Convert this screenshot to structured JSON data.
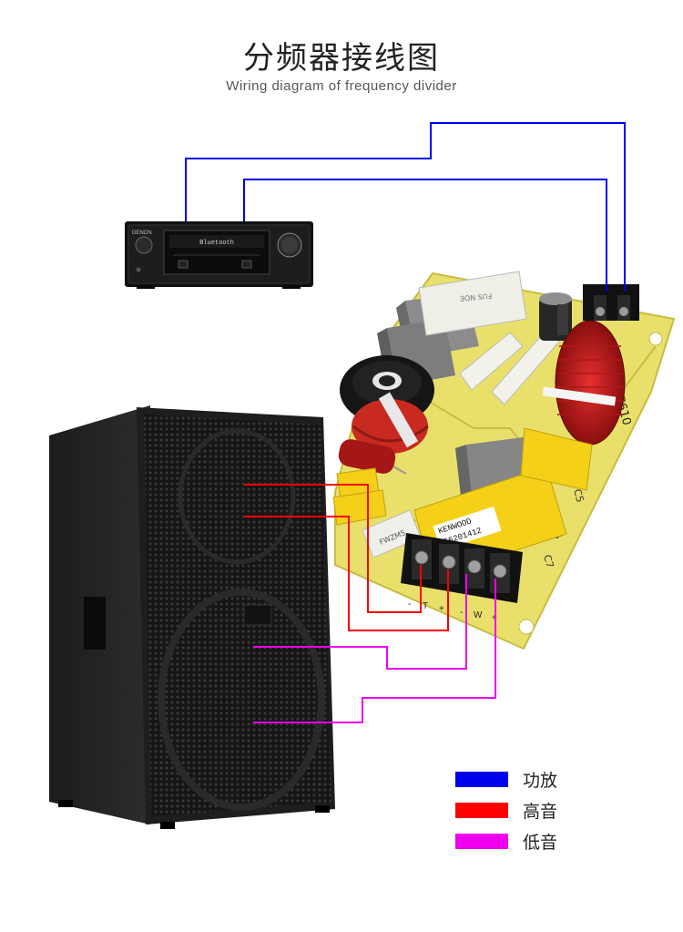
{
  "title": "分频器接线图",
  "subtitle": "Wiring diagram of frequency divider",
  "receiver": {
    "brand": "DENON",
    "display": "Bluetooth"
  },
  "board": {
    "labels": {
      "cap_brand": "KENWOOD",
      "cap_code": "F5201412",
      "model": "10P610",
      "resistor": "FWZM5"
    },
    "terminal_marks": [
      "-",
      "T",
      "+",
      "-",
      "W",
      "+"
    ],
    "part_marks": [
      "C5",
      "C6",
      "C7"
    ]
  },
  "legend": [
    {
      "label": "功放",
      "color": "#0000ee"
    },
    {
      "label": "高音",
      "color": "#ff0000"
    },
    {
      "label": "低音",
      "color": "#ee00ee"
    }
  ],
  "colors": {
    "amp_wire": "#0000ee",
    "tweeter_wire": "#ff0000",
    "woofer_wire": "#ee00ee",
    "pcb": "#e8e06a"
  }
}
